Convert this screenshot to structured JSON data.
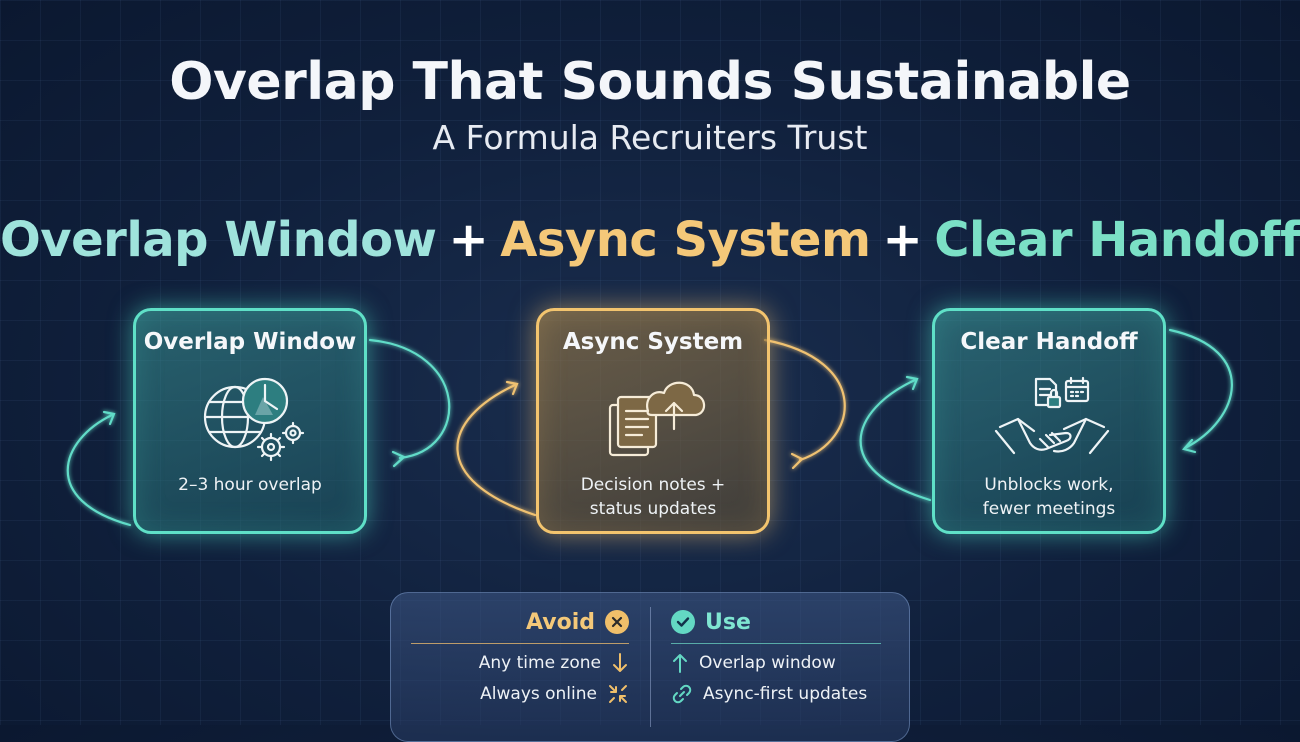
{
  "header": {
    "title": "Overlap That Sounds Sustainable",
    "subtitle": "A Formula Recruiters Trust"
  },
  "formula": {
    "term1": "Overlap Window",
    "op1": "+",
    "term2": "Async System",
    "op2": "+",
    "term3": "Clear Handoff"
  },
  "cards": [
    {
      "title": "Overlap Window",
      "desc": [
        "2–3 hour overlap"
      ],
      "icon": "globe-clock-gears-icon"
    },
    {
      "title": "Async System",
      "desc": [
        "Decision notes +",
        "status updates"
      ],
      "icon": "documents-cloud-upload-icon"
    },
    {
      "title": "Clear Handoff",
      "desc": [
        "Unblocks work,",
        "fewer meetings"
      ],
      "icon": "handshake-document-calendar-icon"
    }
  ],
  "comparison": {
    "avoid": {
      "label": "Avoid",
      "items": [
        "Any time zone",
        "Always online"
      ]
    },
    "use": {
      "label": "Use",
      "items": [
        "Overlap window",
        "Async-first updates"
      ]
    }
  },
  "colors": {
    "teal": "#5fe0c7",
    "gold": "#f3c46e",
    "overlap_text": "#9fe3dc",
    "async_text": "#f4c879",
    "handoff_text": "#7be0c6"
  }
}
